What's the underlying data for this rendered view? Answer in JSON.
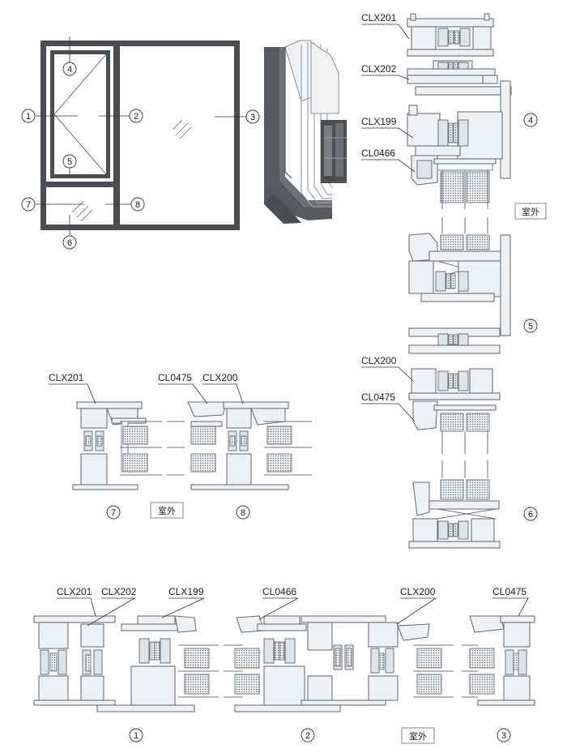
{
  "elevation": {
    "markers": [
      "1",
      "2",
      "3",
      "4",
      "5",
      "6",
      "7",
      "8"
    ]
  },
  "section_vertical": {
    "profiles": [
      "CLX201",
      "CLX202",
      "CLX199",
      "CL0466",
      "CLX200",
      "CL0475"
    ],
    "markers": [
      "4",
      "5",
      "6"
    ],
    "exterior": "室外"
  },
  "section_left": {
    "profiles": [
      "CLX201",
      "CL0475",
      "CLX200"
    ],
    "markers": [
      "7",
      "8"
    ],
    "exterior": "室外"
  },
  "section_bottom": {
    "profiles": [
      "CLX201",
      "CLX202",
      "CLX199",
      "CL0466",
      "CLX200",
      "CL0475"
    ],
    "markers": [
      "1",
      "2",
      "3"
    ],
    "exterior": "室外"
  },
  "colors": {
    "frame": "#4a4d52",
    "profile_fill": "#eef1f4",
    "profile_stroke": "#6d7177",
    "render_dark": "#5d6166"
  }
}
